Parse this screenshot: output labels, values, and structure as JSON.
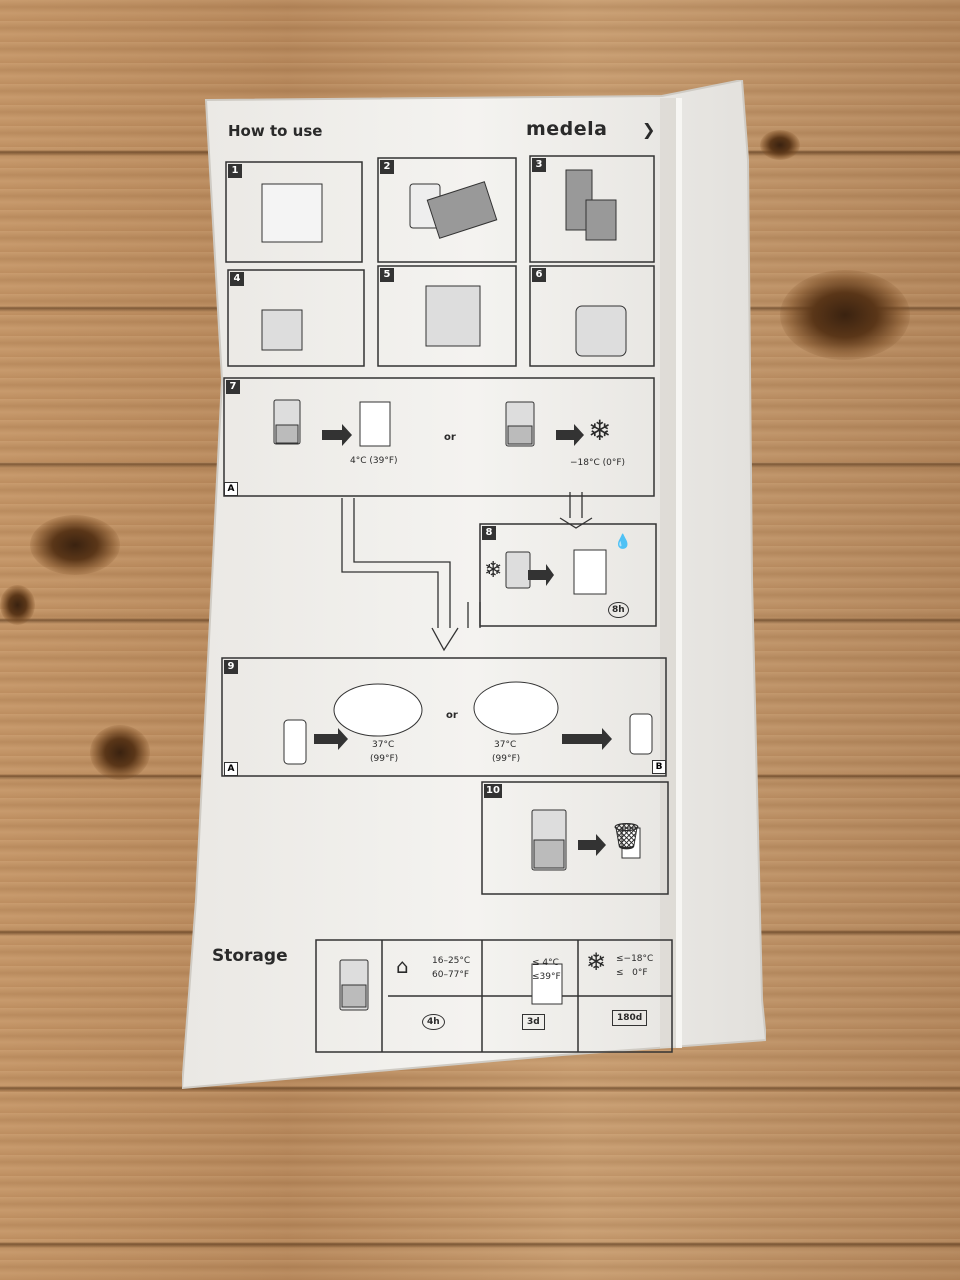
{
  "header": {
    "title": "How to use",
    "brand": "medela"
  },
  "steps": [
    "1",
    "2",
    "3",
    "4",
    "5",
    "6",
    "7",
    "8",
    "9",
    "10"
  ],
  "step7": {
    "fridge_temp": "4°C (39°F)",
    "freezer_temp": "−18°C (0°F)",
    "or": "or",
    "label_a": "A"
  },
  "step8": {
    "thaw_time": "8h"
  },
  "step9": {
    "temp_a": "37°C",
    "temp_a_f": "(99°F)",
    "temp_b": "37°C",
    "temp_b_f": "(99°F)",
    "or": "or",
    "label_a": "A",
    "label_b": "B"
  },
  "storage": {
    "title": "Storage",
    "room": {
      "line1": "16–25°C",
      "line2": "60–77°F",
      "time": "4h"
    },
    "fridge": {
      "line1": "≤ 4°C",
      "line2": "≤39°F",
      "time": "3d"
    },
    "freezer": {
      "line1": "≤−18°C",
      "line2": "≤   0°F",
      "time": "180d"
    }
  }
}
